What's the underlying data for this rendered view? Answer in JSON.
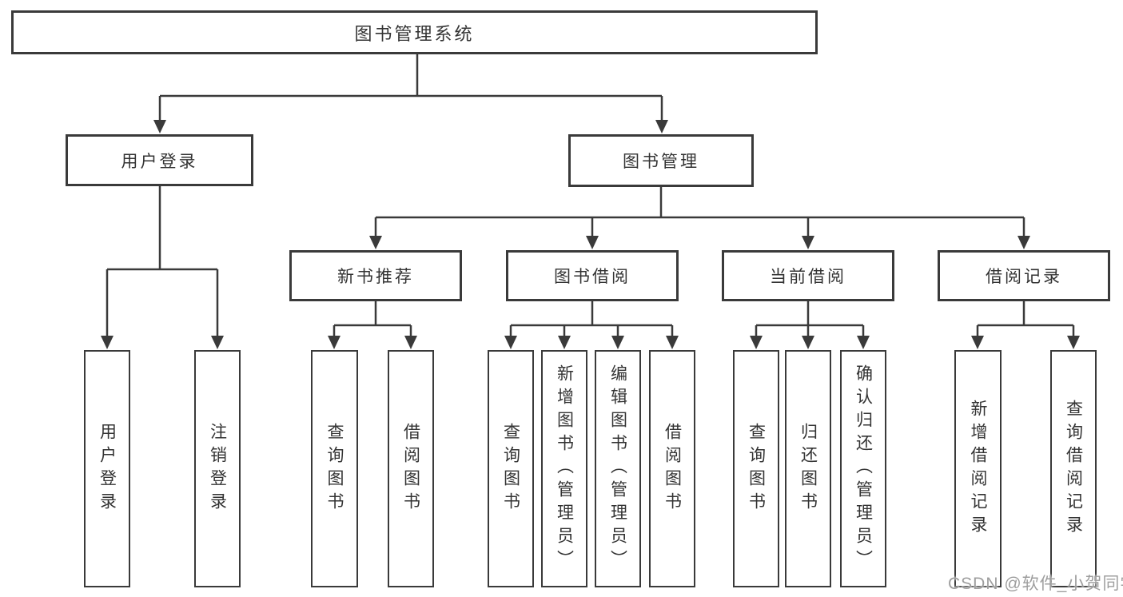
{
  "tree": {
    "label": "图书管理系统",
    "children": [
      {
        "label": "用户登录",
        "children": [
          {
            "label": "用户登录"
          },
          {
            "label": "注销登录"
          }
        ]
      },
      {
        "label": "图书管理",
        "children": [
          {
            "label": "新书推荐",
            "children": [
              {
                "label": "查询图书"
              },
              {
                "label": "借阅图书"
              }
            ]
          },
          {
            "label": "图书借阅",
            "children": [
              {
                "label": "查询图书"
              },
              {
                "label": "新增图书（管理员）"
              },
              {
                "label": "编辑图书（管理员）"
              },
              {
                "label": "借阅图书"
              }
            ]
          },
          {
            "label": "当前借阅",
            "children": [
              {
                "label": "查询图书"
              },
              {
                "label": "归还图书"
              },
              {
                "label": "确认归还（管理员）"
              }
            ]
          },
          {
            "label": "借阅记录",
            "children": [
              {
                "label": "新增借阅记录"
              },
              {
                "label": "查询借阅记录"
              }
            ]
          }
        ]
      }
    ]
  },
  "watermark": {
    "text": "CSDN @软件_小贺同学"
  },
  "colors": {
    "line": "#3a3a3a",
    "text": "#333333",
    "box_background": "#ffffff",
    "watermark": "#9e9e9e",
    "background": "#ffffff"
  }
}
